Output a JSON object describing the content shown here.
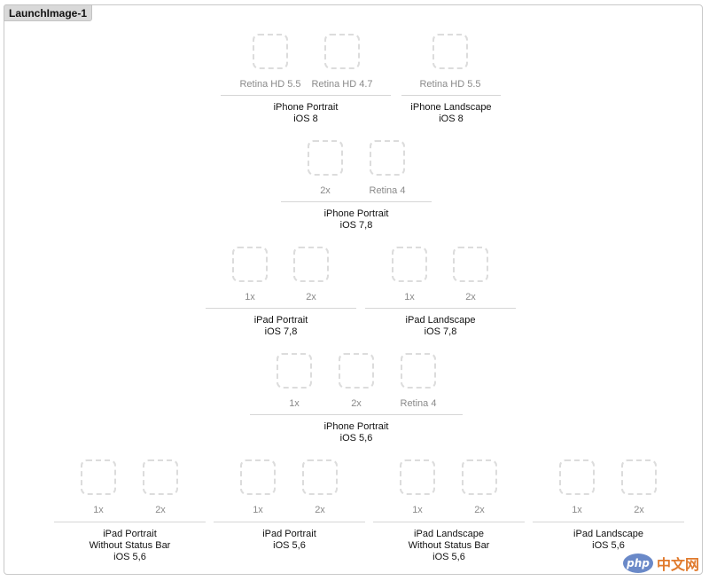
{
  "asset_title": "LaunchImage-1",
  "rows": [
    {
      "groups": [
        {
          "slots": [
            "Retina HD 5.5",
            "Retina HD 4.7"
          ],
          "device": "iPhone Portrait",
          "os": "iOS 8"
        },
        {
          "slots": [
            "Retina HD 5.5"
          ],
          "device": "iPhone Landscape",
          "os": "iOS 8"
        }
      ]
    },
    {
      "groups": [
        {
          "slots": [
            "2x",
            "Retina 4"
          ],
          "device": "iPhone Portrait",
          "os": "iOS 7,8"
        }
      ]
    },
    {
      "groups": [
        {
          "slots": [
            "1x",
            "2x"
          ],
          "device": "iPad Portrait",
          "os": "iOS 7,8"
        },
        {
          "slots": [
            "1x",
            "2x"
          ],
          "device": "iPad Landscape",
          "os": "iOS 7,8"
        }
      ]
    },
    {
      "groups": [
        {
          "slots": [
            "1x",
            "2x",
            "Retina 4"
          ],
          "device": "iPhone Portrait",
          "os": "iOS 5,6"
        }
      ]
    },
    {
      "groups": [
        {
          "slots": [
            "1x",
            "2x"
          ],
          "device": "iPad Portrait",
          "subtitle": "Without Status Bar",
          "os": "iOS 5,6"
        },
        {
          "slots": [
            "1x",
            "2x"
          ],
          "device": "iPad Portrait",
          "os": "iOS 5,6"
        },
        {
          "slots": [
            "1x",
            "2x"
          ],
          "device": "iPad Landscape",
          "subtitle": "Without Status Bar",
          "os": "iOS 5,6"
        },
        {
          "slots": [
            "1x",
            "2x"
          ],
          "device": "iPad Landscape",
          "os": "iOS 5,6"
        }
      ]
    }
  ],
  "watermark": {
    "badge": "php",
    "text": "中文网"
  }
}
